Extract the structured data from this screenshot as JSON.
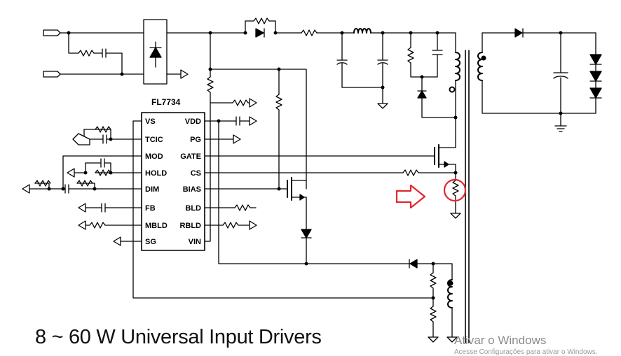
{
  "chip": {
    "name": "FL7734",
    "left_pins": [
      "VS",
      "TCIC",
      "MOD",
      "HOLD",
      "DIM",
      "FB",
      "MBLD",
      "SG"
    ],
    "right_pins": [
      "VDD",
      "PG",
      "GATE",
      "CS",
      "BIAS",
      "BLD",
      "RBLD",
      "VIN"
    ]
  },
  "caption": "8 ~ 60 W Universal Input Drivers",
  "watermark": {
    "title": "Ativar o Windows",
    "subtitle": "Acesse Configurações para ativar o Windows."
  },
  "colors": {
    "line": "#000000",
    "highlight": "#e3262b"
  }
}
